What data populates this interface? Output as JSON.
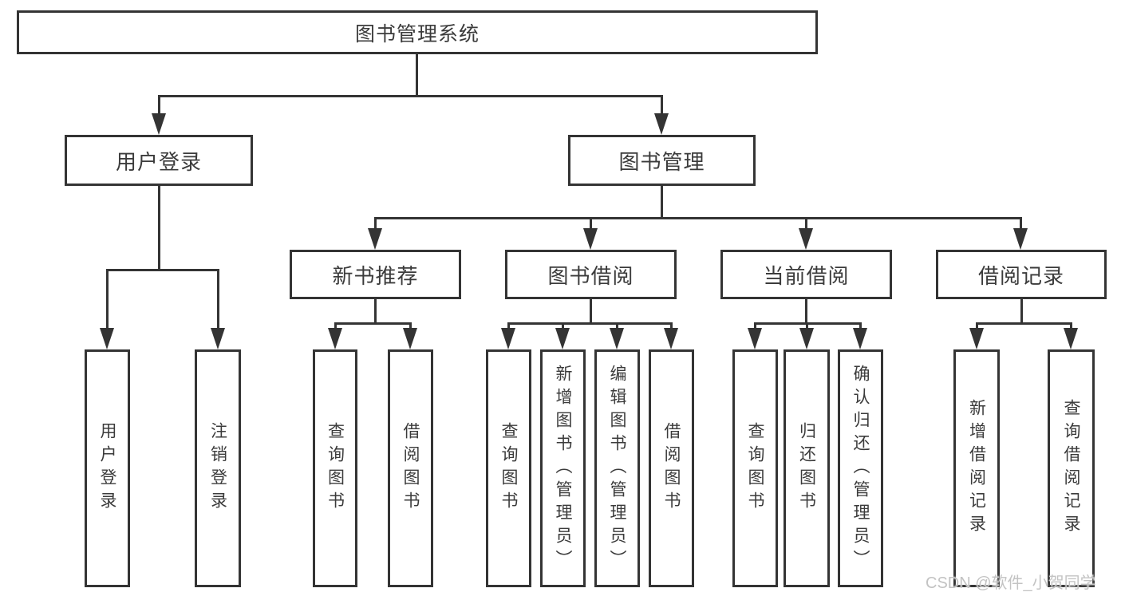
{
  "colors": {
    "line": "#343434",
    "box_border": "#343434",
    "text": "#3b3b3b",
    "watermark": "#c3c3c3",
    "background": "#ffffff"
  },
  "watermark": {
    "text": "CSDN @软件_小贺同学"
  },
  "tree": {
    "root": {
      "label": "图书管理系统"
    },
    "branches": [
      {
        "label": "用户登录",
        "children": [
          {
            "label": "用户登录"
          },
          {
            "label": "注销登录"
          }
        ]
      },
      {
        "label": "图书管理",
        "children": [
          {
            "label": "新书推荐",
            "children": [
              {
                "label": "查询图书"
              },
              {
                "label": "借阅图书"
              }
            ]
          },
          {
            "label": "图书借阅",
            "children": [
              {
                "label": "查询图书"
              },
              {
                "label": "新增图书（管理员）"
              },
              {
                "label": "编辑图书（管理员）"
              },
              {
                "label": "借阅图书"
              }
            ]
          },
          {
            "label": "当前借阅",
            "children": [
              {
                "label": "查询图书"
              },
              {
                "label": "归还图书"
              },
              {
                "label": "确认归还（管理员）"
              }
            ]
          },
          {
            "label": "借阅记录",
            "children": [
              {
                "label": "新增借阅记录"
              },
              {
                "label": "查询借阅记录"
              }
            ]
          }
        ]
      }
    ]
  }
}
